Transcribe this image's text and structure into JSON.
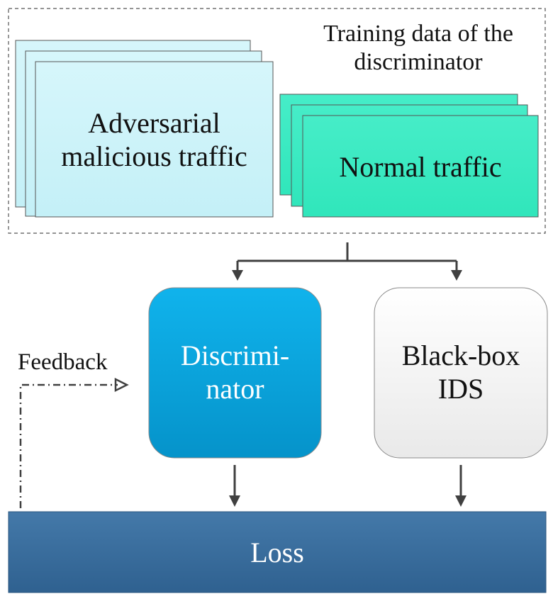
{
  "labels": {
    "training_data": "Training data of the\ndiscriminator",
    "adversarial": "Adversarial\nmalicious traffic",
    "normal": "Normal traffic",
    "discriminator": "Discrimi-\nnator",
    "blackbox": "Black-box\nIDS",
    "feedback": "Feedback",
    "loss": "Loss"
  },
  "colors": {
    "adversarial_fill": "#cdf3f9",
    "normal_fill": "#3eeac2",
    "discriminator_fill": "#0aa7e0",
    "blackbox_fill": "#f4f4f4",
    "loss_fill": "#3a6e9e",
    "arrow": "#404040"
  }
}
